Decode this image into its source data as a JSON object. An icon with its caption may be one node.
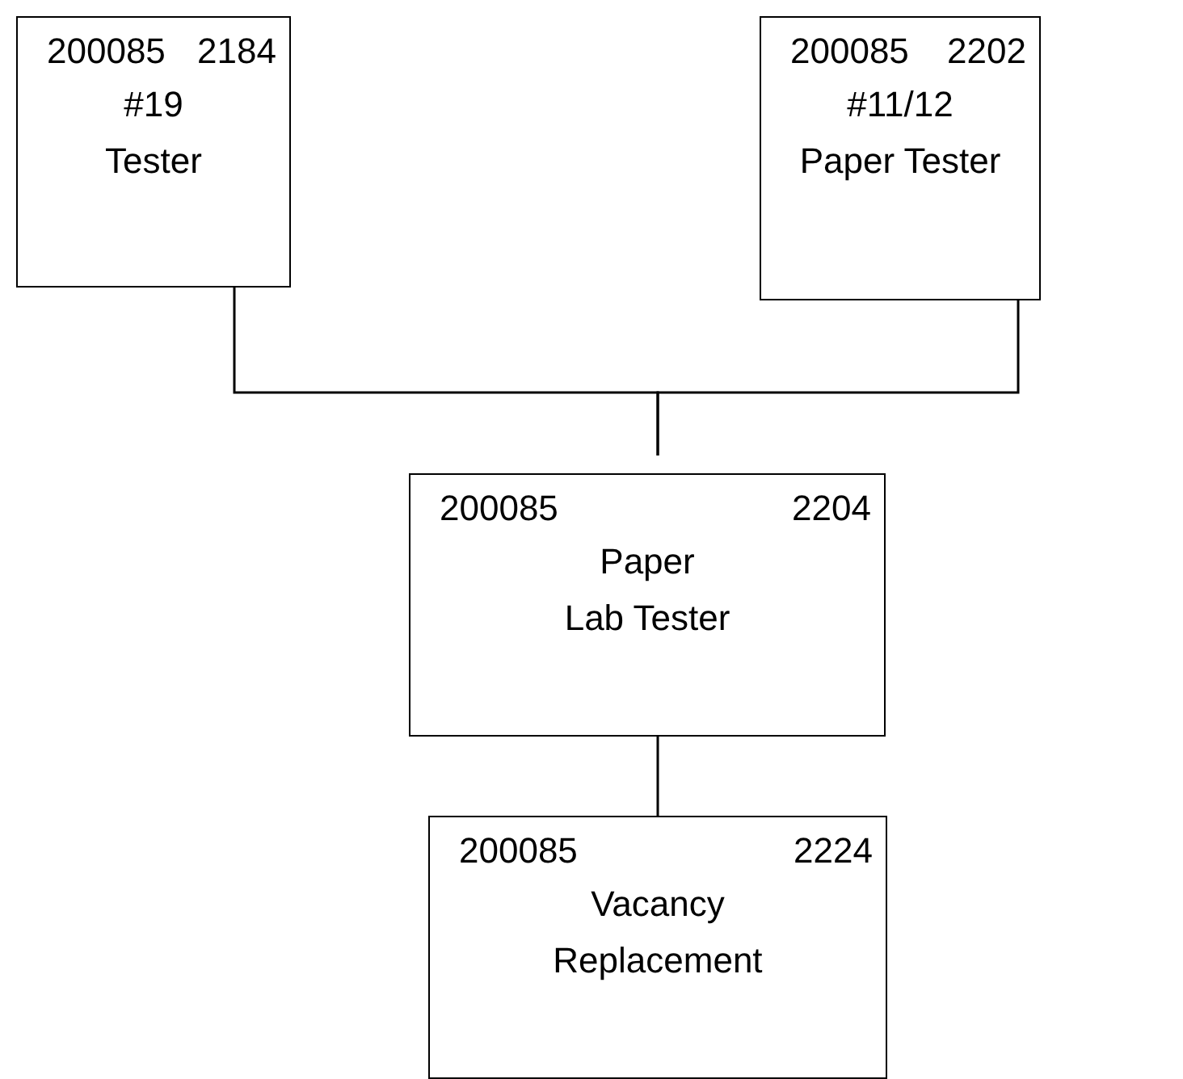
{
  "diagram": {
    "nodes": [
      {
        "text": [
          "200085",
          "2184",
          "#19",
          "Tester"
        ]
      },
      {
        "text": [
          "200085",
          "2202",
          "#11/12",
          "Paper Tester"
        ]
      },
      {
        "text": [
          "200085",
          "2204",
          "Paper",
          "Lab Tester"
        ]
      },
      {
        "text": [
          "200085",
          "2224",
          "Vacancy",
          "Replacement"
        ]
      }
    ],
    "edges": [
      {
        "from": 0,
        "to": 2,
        "arrow": "none"
      },
      {
        "from": 1,
        "to": 2,
        "arrow": "none"
      },
      {
        "from": 2,
        "to": 3,
        "arrow": "none"
      }
    ]
  }
}
